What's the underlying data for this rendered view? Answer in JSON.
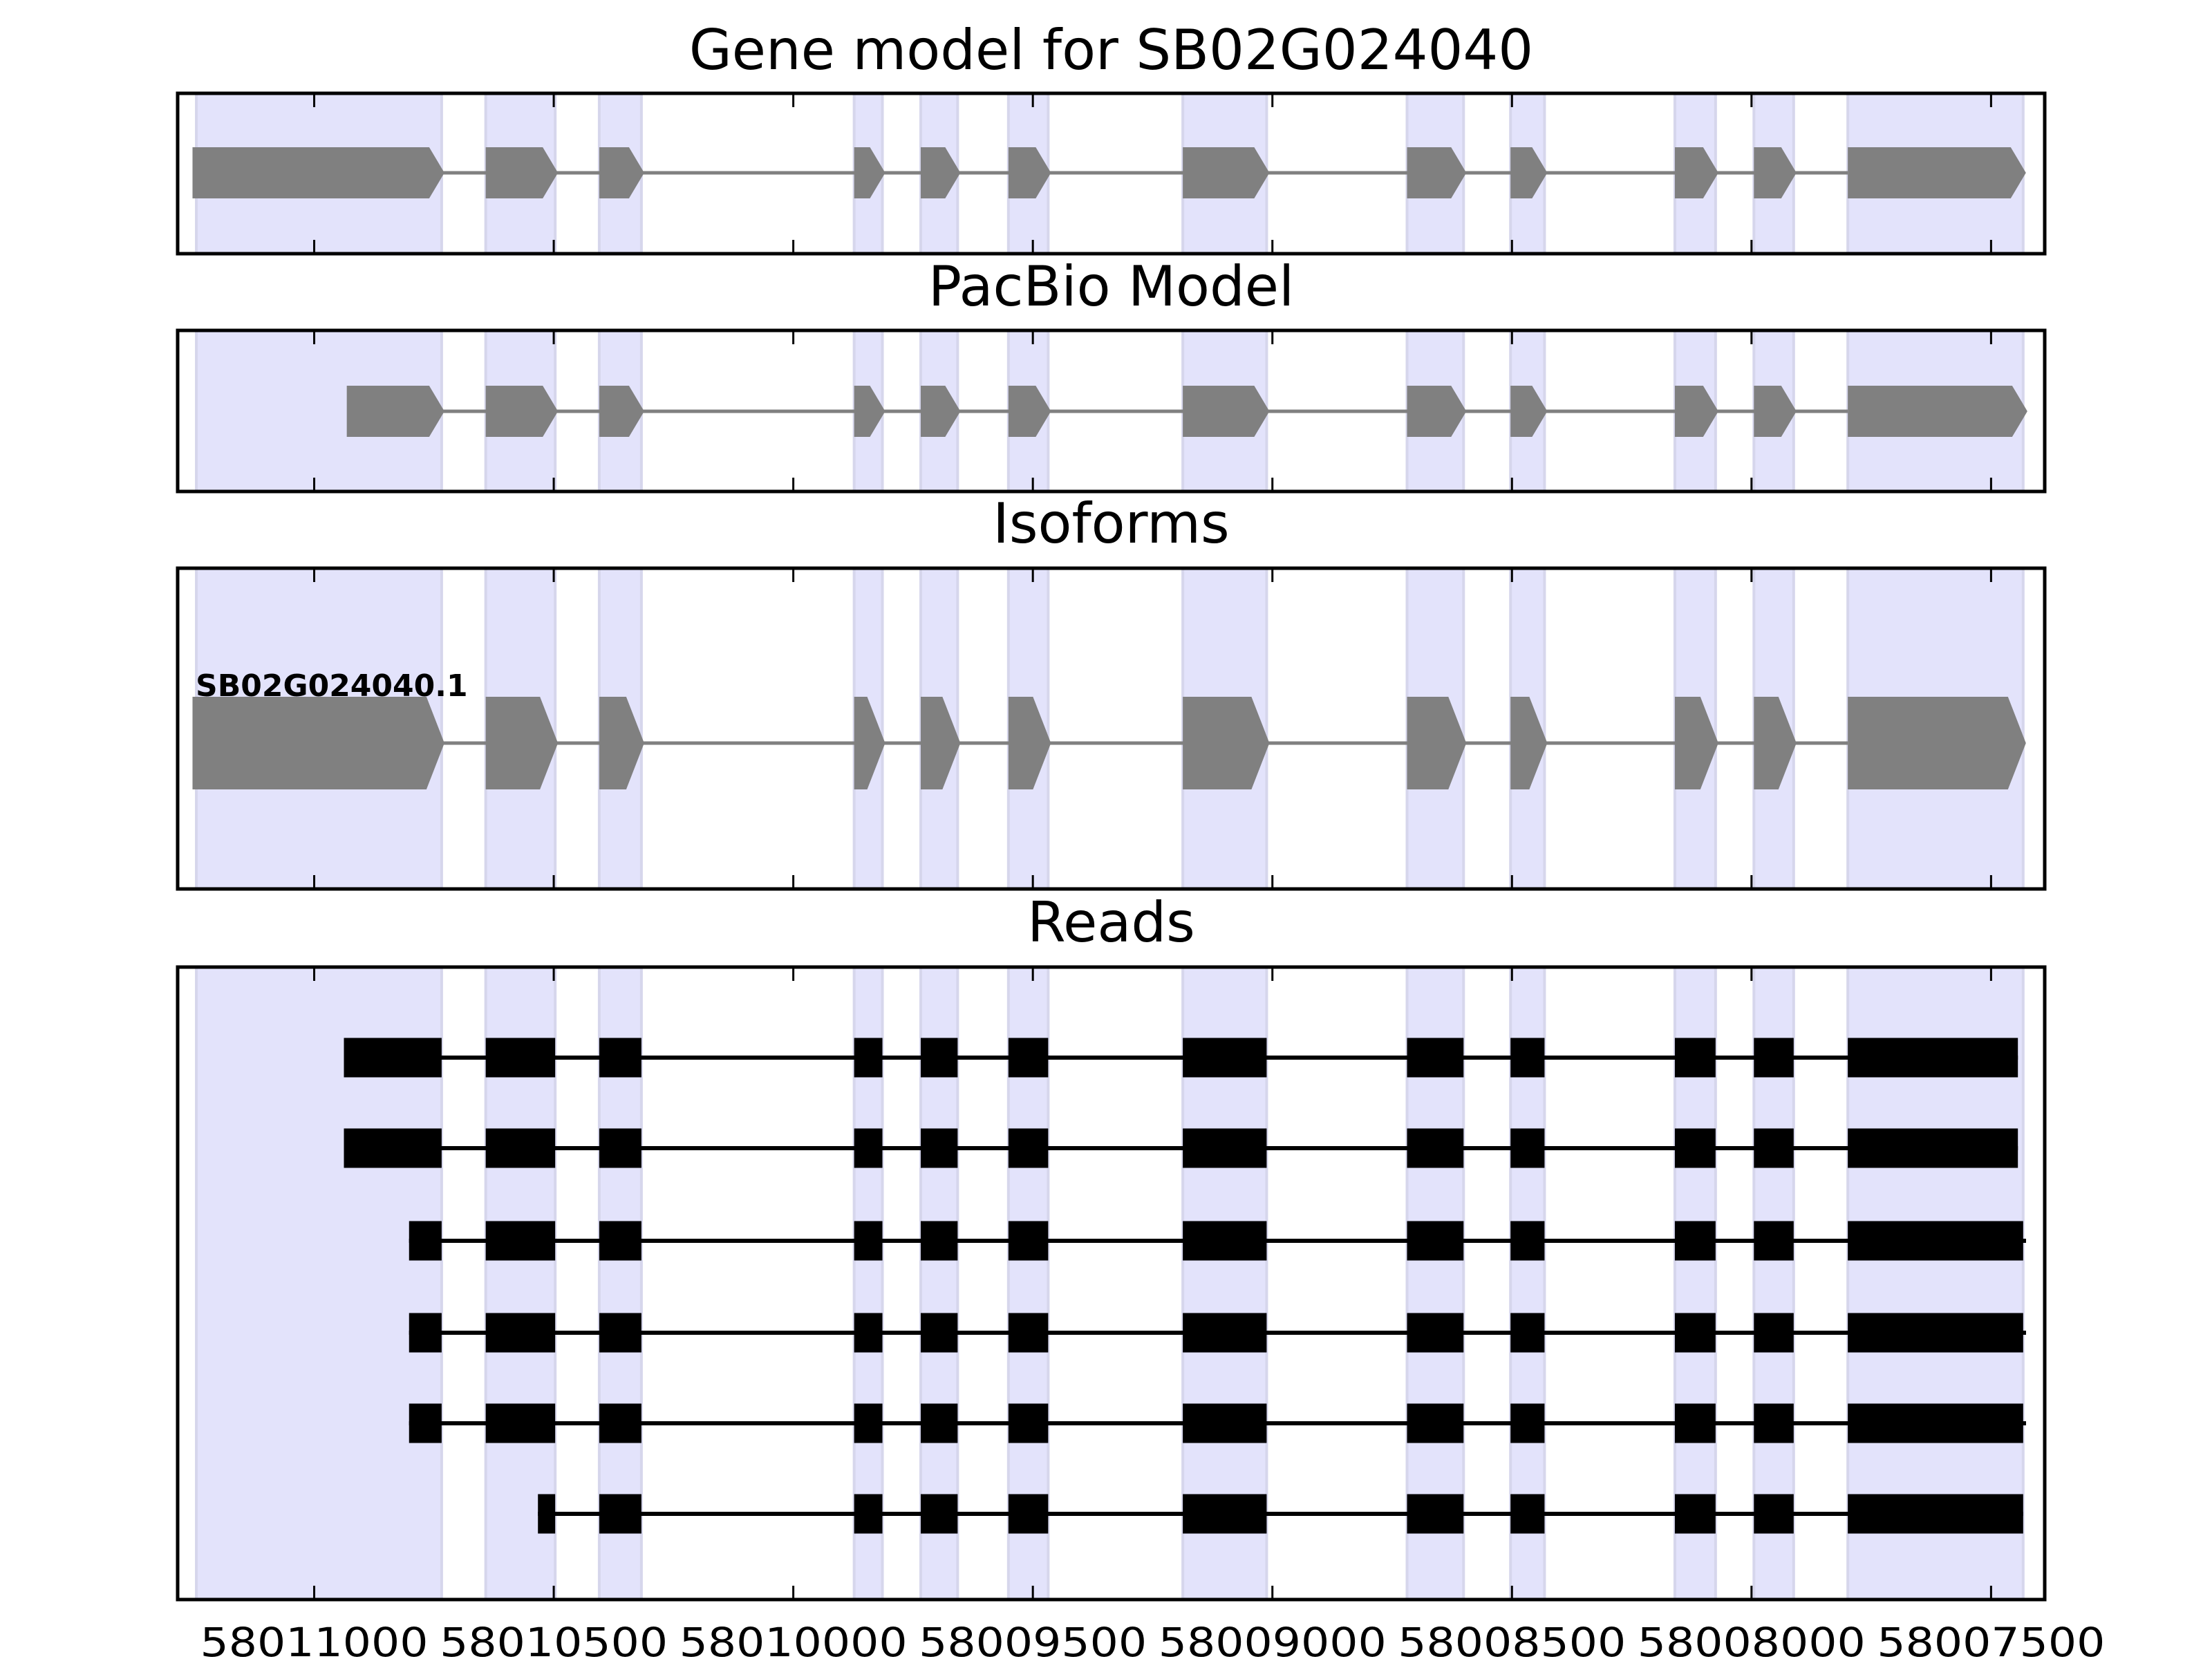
{
  "chart_data": {
    "type": "gene-structure",
    "xaxis": {
      "reversed": true,
      "xlim": [
        58011285,
        58007388
      ],
      "ticks": [
        58011000,
        58010500,
        58010000,
        58009500,
        58009000,
        58008500,
        58008000,
        58007500
      ],
      "tick_labels": [
        "58011000",
        "58010500",
        "58010000",
        "58009500",
        "58009000",
        "58008500",
        "58008000",
        "58007500"
      ]
    },
    "shaded_regions": [
      [
        58011246,
        58010734
      ],
      [
        58010642,
        58010497
      ],
      [
        58010405,
        58010317
      ],
      [
        58009873,
        58009814
      ],
      [
        58009734,
        58009657
      ],
      [
        58009551,
        58009468
      ],
      [
        58009187,
        58009012
      ],
      [
        58008719,
        58008601
      ],
      [
        58008503,
        58008432
      ],
      [
        58008160,
        58008075
      ],
      [
        58007995,
        58007912
      ],
      [
        58007799,
        58007433
      ]
    ],
    "panels": [
      {
        "title": "Gene model for SB02G024040",
        "kind": "model",
        "exons": [
          [
            58011254,
            58010734
          ],
          [
            58010642,
            58010497
          ],
          [
            58010405,
            58010317
          ],
          [
            58009873,
            58009814
          ],
          [
            58009734,
            58009657
          ],
          [
            58009551,
            58009468
          ],
          [
            58009187,
            58009012
          ],
          [
            58008719,
            58008601
          ],
          [
            58008503,
            58008432
          ],
          [
            58008160,
            58008075
          ],
          [
            58007995,
            58007912
          ],
          [
            58007799,
            58007433
          ]
        ]
      },
      {
        "title": "PacBio Model",
        "kind": "model",
        "exons": [
          [
            58010932,
            58010734
          ],
          [
            58010642,
            58010497
          ],
          [
            58010405,
            58010317
          ],
          [
            58009873,
            58009814
          ],
          [
            58009734,
            58009657
          ],
          [
            58009551,
            58009468
          ],
          [
            58009187,
            58009012
          ],
          [
            58008719,
            58008601
          ],
          [
            58008503,
            58008432
          ],
          [
            58008160,
            58008075
          ],
          [
            58007995,
            58007912
          ],
          [
            58007799,
            58007430
          ]
        ]
      },
      {
        "title": "Isoforms",
        "kind": "isoform",
        "label": "SB02G024040.1",
        "exons": [
          [
            58011254,
            58010734
          ],
          [
            58010642,
            58010497
          ],
          [
            58010405,
            58010317
          ],
          [
            58009873,
            58009814
          ],
          [
            58009734,
            58009657
          ],
          [
            58009551,
            58009468
          ],
          [
            58009187,
            58009012
          ],
          [
            58008719,
            58008601
          ],
          [
            58008503,
            58008432
          ],
          [
            58008160,
            58008075
          ],
          [
            58007995,
            58007912
          ],
          [
            58007799,
            58007433
          ]
        ]
      },
      {
        "title": "Reads",
        "kind": "reads",
        "reads": [
          {
            "start": 58010938,
            "end": 58007444
          },
          {
            "start": 58010938,
            "end": 58007444
          },
          {
            "start": 58010802,
            "end": 58007427
          },
          {
            "start": 58010802,
            "end": 58007427
          },
          {
            "start": 58010802,
            "end": 58007427
          },
          {
            "start": 58010533,
            "end": 58007433
          }
        ]
      }
    ],
    "colors": {
      "shade": "#e3e3fb",
      "shade_edge": "#d6d6ec",
      "model": "#808080",
      "read": "#000000"
    }
  }
}
